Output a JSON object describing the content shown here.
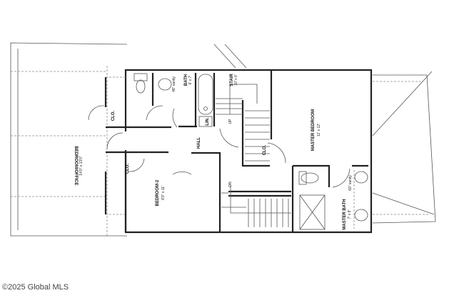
{
  "rooms": {
    "bedroom_office": {
      "name": "BEDROOM/OFFICE",
      "size": "14'0\" x 13'0\""
    },
    "bedroom_2": {
      "name": "BEDROOM-2",
      "size": "8'0\" x 11'"
    },
    "bath": {
      "name": "BATH",
      "size": "6' x 7'"
    },
    "bath_vanity": "48\" vanity",
    "stair": {
      "name": "STAIR",
      "size": "10' x 6'"
    },
    "hall": "HALL",
    "linen": "LIN.",
    "closet": "CLO.",
    "master_bedroom": {
      "name": "MASTER BEDROOM",
      "size": "11' x 12'"
    },
    "master_bath": {
      "name": "MASTER BATH",
      "size": "7' x 8'"
    },
    "master_vanity": "60\" vanity",
    "up": "UP",
    "down": "DN"
  },
  "watermark": "©2025 Global MLS"
}
